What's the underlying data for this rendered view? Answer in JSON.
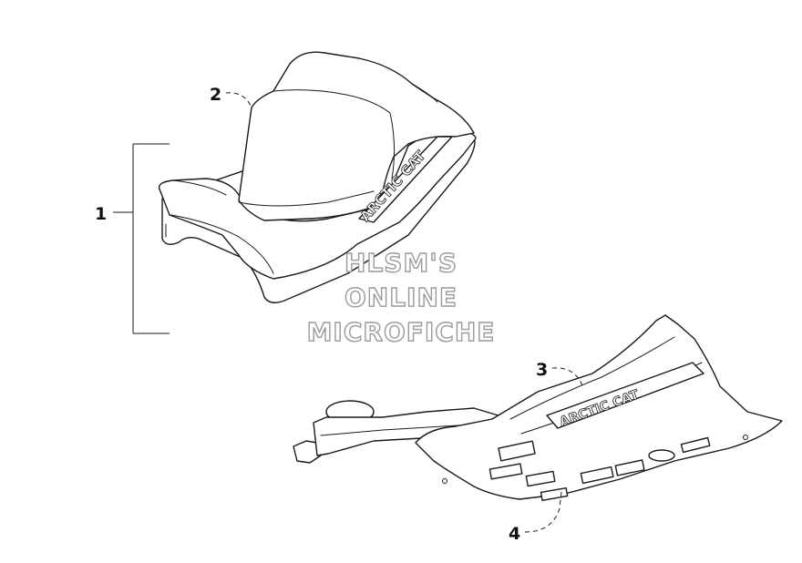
{
  "callouts": {
    "c1": "1",
    "c2": "2",
    "c3": "3",
    "c4": "4"
  },
  "watermark": {
    "line1": "HLSM'S",
    "line2": "ONLINE",
    "line3": "MICROFICHE"
  },
  "decals": {
    "seat_side": "ARCTIC CAT",
    "shroud_side": "ARCTIC CAT"
  },
  "colors": {
    "line": "#1a1a1a",
    "background": "#ffffff",
    "watermark_outline": "#9a9a9a"
  }
}
